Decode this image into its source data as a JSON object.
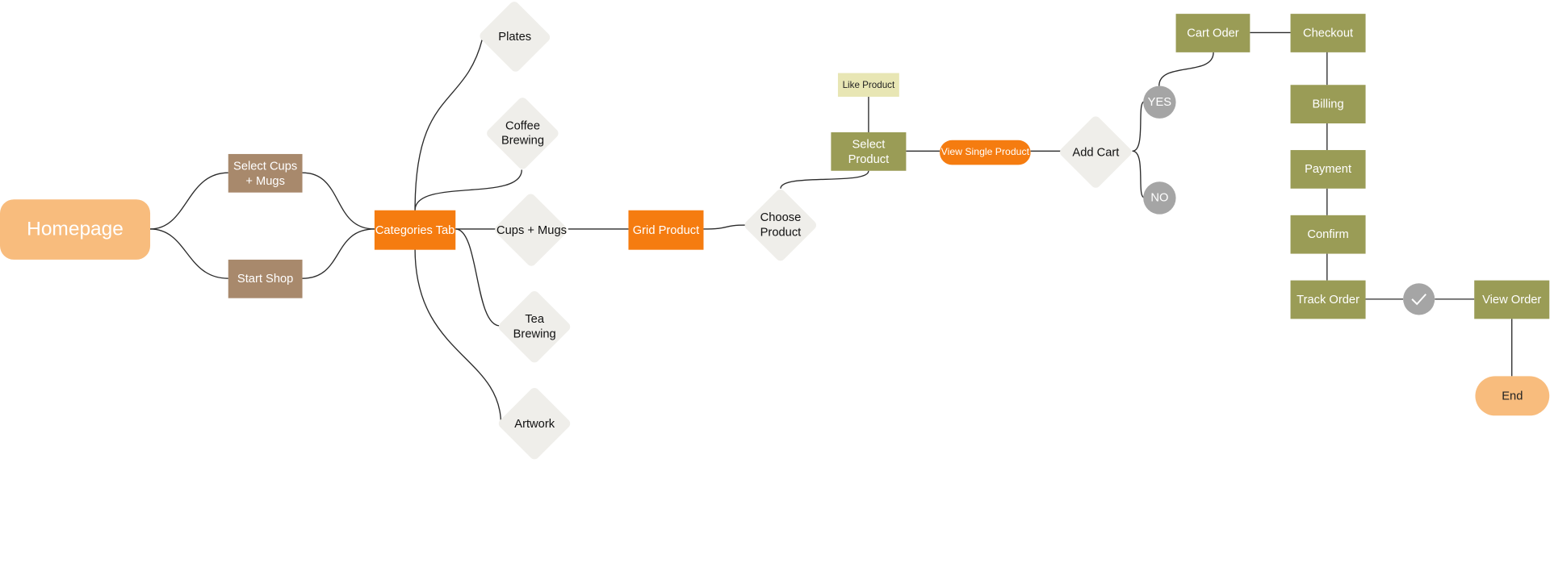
{
  "nodes": {
    "homepage": "Homepage",
    "select_cups_mugs": "Select Cups\n+ Mugs",
    "start_shop": "Start Shop",
    "categories_tab": "Categories Tab",
    "plates": "Plates",
    "coffee_brewing": "Coffee\nBrewing",
    "cups_mugs": "Cups + Mugs",
    "tea_brewing": "Tea\nBrewing",
    "artwork": "Artwork",
    "grid_product": "Grid Product",
    "choose_product": "Choose\nProduct",
    "like_product": "Like Product",
    "select_product": "Select Product",
    "view_single_product": "View Single Product",
    "add_cart": "Add Cart",
    "yes": "YES",
    "no": "NO",
    "cart_oder": "Cart Oder",
    "checkout": "Checkout",
    "billing": "Billing",
    "payment": "Payment",
    "confirm": "Confirm",
    "track_order": "Track Order",
    "view_order": "View Order",
    "end": "End"
  },
  "colors": {
    "start_end": "#f8bc7d",
    "brown": "#a8896c",
    "orange": "#f57c10",
    "olive": "#9a9c56",
    "olive_light": "#e8e6b4",
    "diamond": "#efeeea",
    "circle": "#a5a5a5",
    "connector": "#2b2b2b"
  },
  "icons": {
    "track_view_connector": "check-icon"
  }
}
